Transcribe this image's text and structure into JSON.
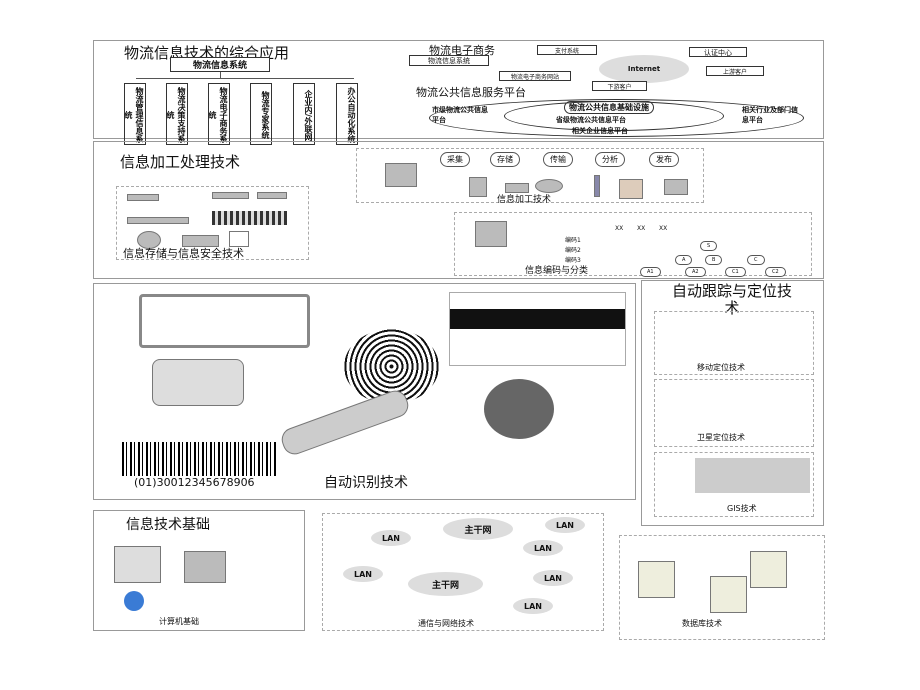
{
  "integration": {
    "title": "物流信息技术的综合应用",
    "system": "物流信息系统",
    "subsystems": [
      "物流管理信息系统",
      "物流决策支持系统",
      "物流电子商务系统",
      "物流专家系统",
      "企业内/外联网",
      "办公自动化系统"
    ],
    "ecommerce": {
      "title": "物流电子商务",
      "nodes": [
        "支付系统",
        "物流信息系统",
        "物流电子商务网站",
        "认证中心",
        "上游客户",
        "下游客户"
      ],
      "center": "Internet"
    },
    "platform": {
      "title": "物流公共信息服务平台",
      "items": [
        "物流公共信息基础设施",
        "市级物流公共信息平台",
        "省级物流公共信息平台",
        "相关行业及部门信息平台",
        "相关企业信息平台"
      ]
    }
  },
  "processing": {
    "title": "信息加工处理技术",
    "storage_label": "信息存储与信息安全技术",
    "steps": [
      "采集",
      "存储",
      "传输",
      "分析",
      "发布"
    ],
    "processing_label": "信息加工技术",
    "coding_label": "信息编码与分类",
    "codes": [
      "编码1",
      "编码2",
      "编码3"
    ],
    "xx": [
      "XX",
      "XX",
      "XX"
    ],
    "tree": [
      "S",
      "A",
      "B",
      "C",
      "A1",
      "A2",
      "C1",
      "C2"
    ]
  },
  "identification": {
    "title": "自动识别技术",
    "barcode": "(01)30012345678906"
  },
  "tracking": {
    "title": "自动跟踪与定位技术",
    "items": [
      "移动定位技术",
      "卫星定位技术",
      "GIS技术"
    ]
  },
  "basics": {
    "title": "信息技术基础",
    "label": "计算机基础"
  },
  "network": {
    "label": "通信与网络技术",
    "backbone": "主干网",
    "lan": "LAN"
  },
  "database": {
    "label": "数据库技术"
  }
}
